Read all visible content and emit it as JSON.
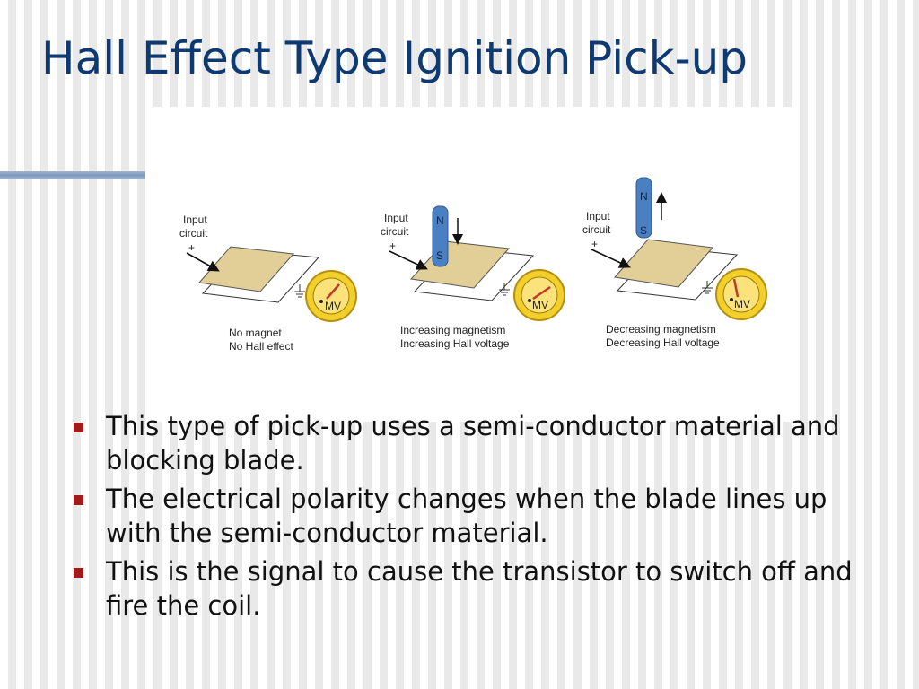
{
  "slide": {
    "title": "Hall Effect Type Ignition Pick-up",
    "bullets": [
      "This type of pick-up uses a semi-conductor material and blocking blade.",
      "The electrical polarity changes when the blade lines up with the semi-conductor material.",
      "This is the signal to cause the transistor to switch off and fire the coil."
    ]
  },
  "figure": {
    "panels": [
      {
        "input_label_line1": "Input",
        "input_label_line2": "circuit",
        "plus": "+",
        "meter_label": "MV",
        "caption_line1": "No magnet",
        "caption_line2": "No Hall effect",
        "has_magnet": false
      },
      {
        "input_label_line1": "Input",
        "input_label_line2": "circuit",
        "plus": "+",
        "meter_label": "MV",
        "caption_line1": "Increasing magnetism",
        "caption_line2": "Increasing Hall voltage",
        "has_magnet": true,
        "magnet_top": "N",
        "magnet_bottom": "S",
        "arrow_direction": "down"
      },
      {
        "input_label_line1": "Input",
        "input_label_line2": "circuit",
        "plus": "+",
        "meter_label": "MV",
        "caption_line1": "Decreasing magnetism",
        "caption_line2": "Decreasing Hall voltage",
        "has_magnet": true,
        "magnet_top": "N",
        "magnet_bottom": "S",
        "arrow_direction": "up"
      }
    ],
    "colors": {
      "plate": "#e2cf98",
      "meter": "#f2cf2a",
      "magnet": "#4a7fc1",
      "needle": "#c0392b"
    }
  }
}
